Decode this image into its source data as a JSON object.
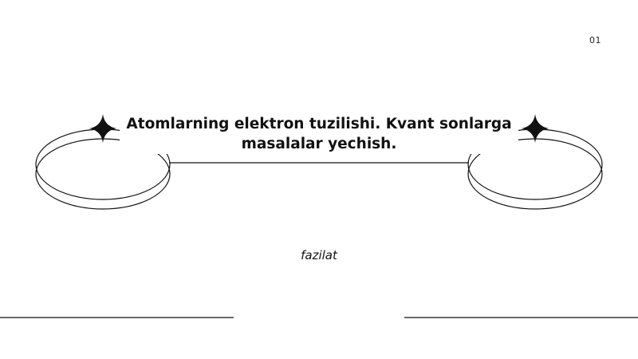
{
  "slide": {
    "page_number": "01",
    "title_line1": "Atomlarning elektron tuzilishi. Kvant sonlarga",
    "title_line2": "masalalar yechish.",
    "author": "fazilat"
  },
  "colors": {
    "background": "#ffffff",
    "ink": "#111111"
  },
  "icons": [
    "four-point-star-icon",
    "four-point-star-icon"
  ]
}
